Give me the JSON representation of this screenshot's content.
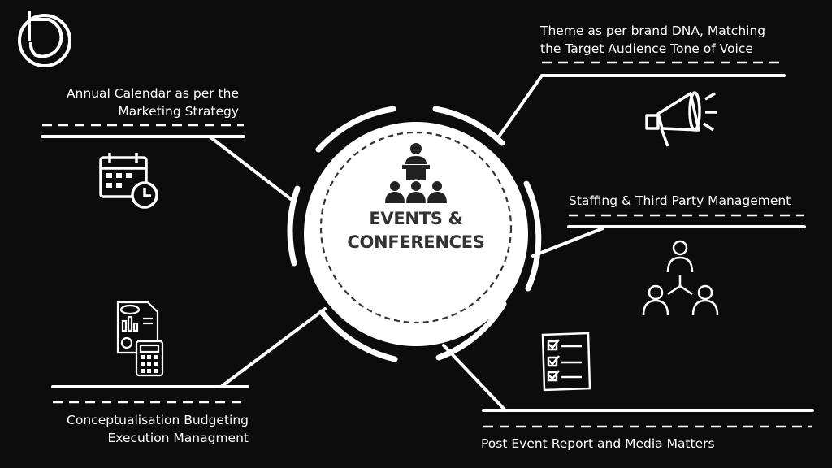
{
  "logo": {
    "icon": "brand-logo-icon"
  },
  "center": {
    "title_line1": "EVENTS &",
    "title_line2": "CONFERENCES",
    "icon": "presenter-audience-icon"
  },
  "branches": [
    {
      "line1": "Annual Calendar as per the",
      "line2": "Marketing Strategy",
      "icon": "calendar-clock-icon"
    },
    {
      "line1": "Theme as per brand DNA, Matching",
      "line2": "the Target Audience Tone of Voice",
      "icon": "megaphone-icon"
    },
    {
      "line1": "Staffing & Third Party Management",
      "icon": "org-hierarchy-icon"
    },
    {
      "line1": "Conceptualisation Budgeting",
      "line2": "Execution Managment",
      "icon": "concept-calculator-icon"
    },
    {
      "line1": "Post Event Report and Media Matters",
      "icon": "checklist-icon"
    }
  ],
  "colors": {
    "background": "#0c0c0c",
    "foreground": "#ffffff",
    "center_text": "#333333"
  }
}
